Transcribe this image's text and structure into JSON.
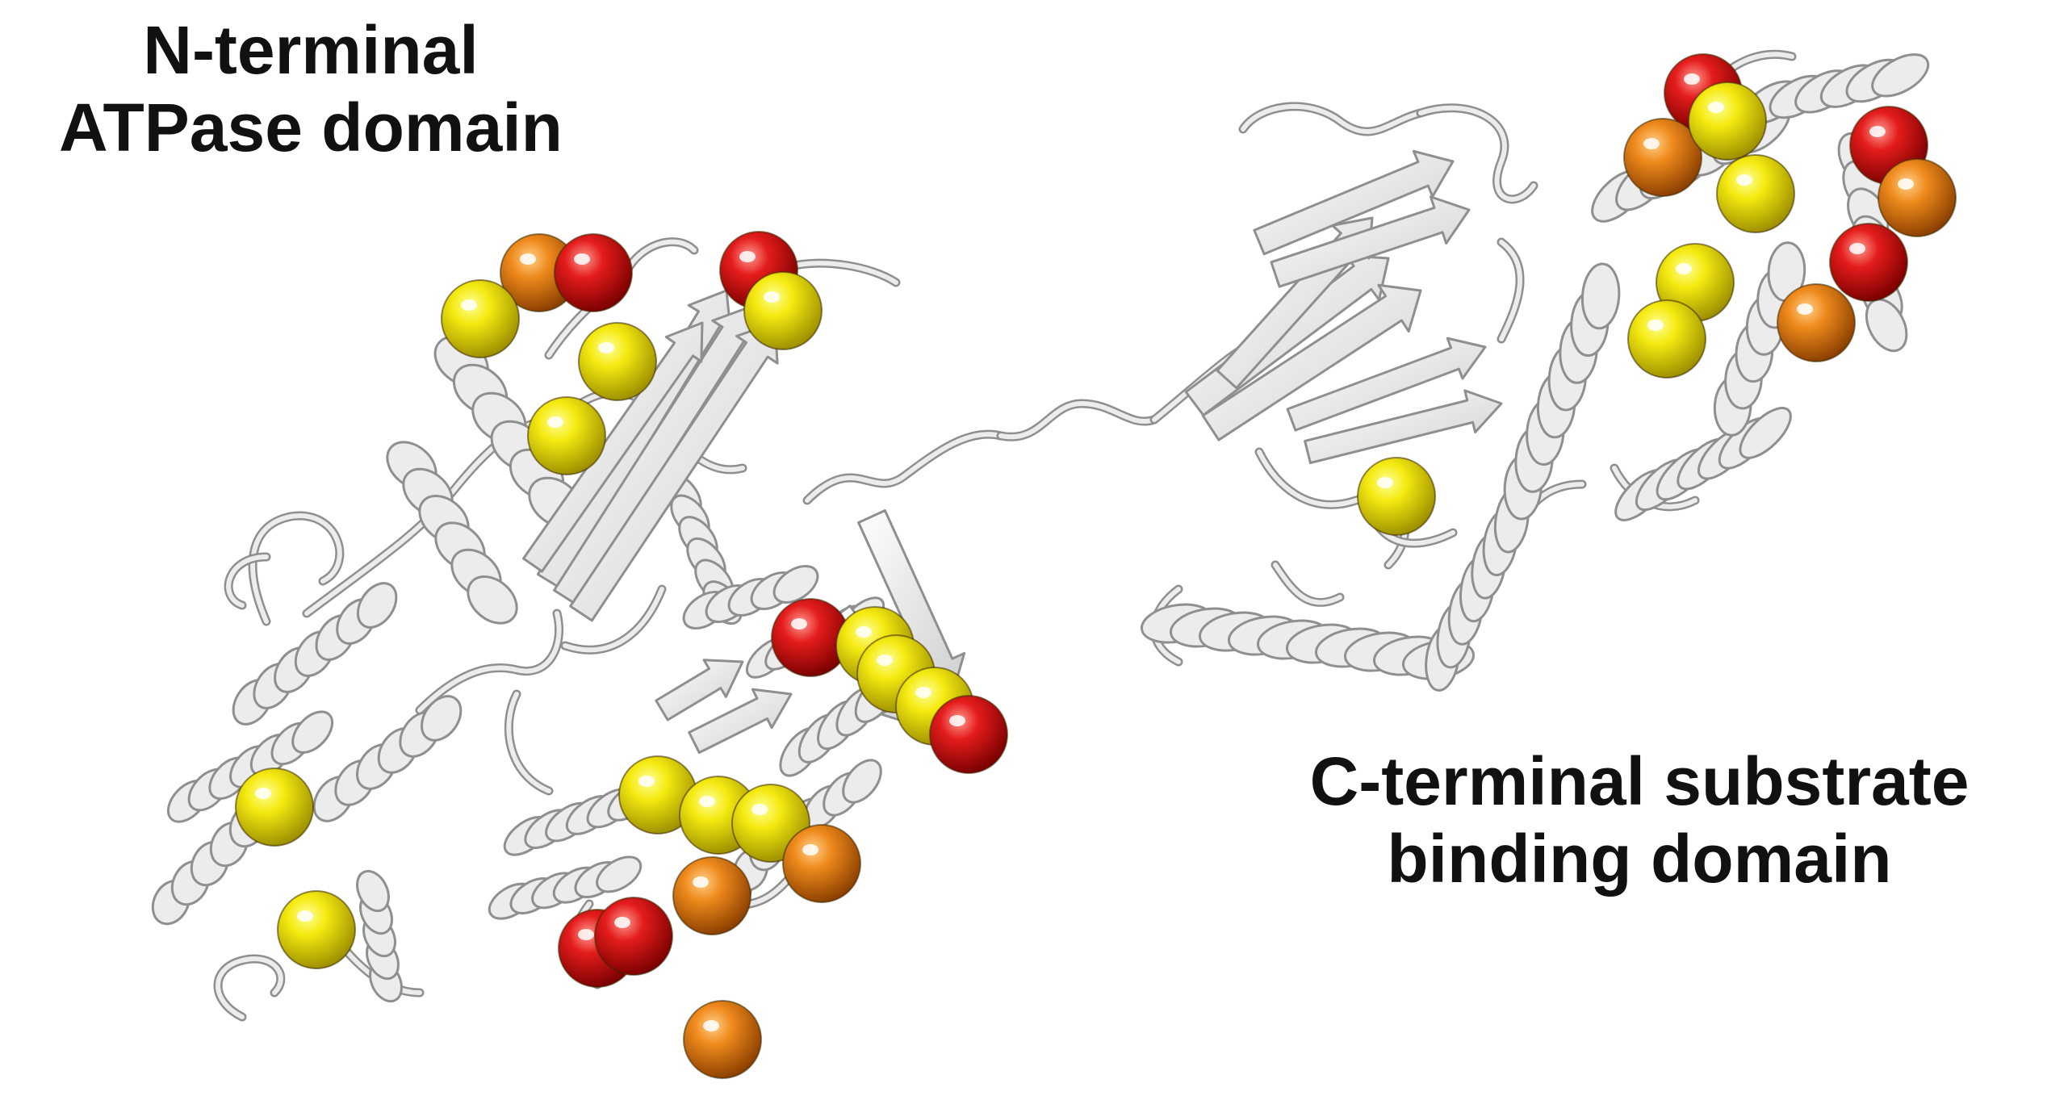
{
  "labels": {
    "n_terminal": [
      "N-terminal",
      "ATPase domain"
    ],
    "c_terminal": [
      "C-terminal substrate",
      "binding domain"
    ]
  },
  "colors": {
    "background": "#ffffff",
    "ribbon": "#ececec",
    "ribbon_outline": "#8f8f8f",
    "sphere_yellow": "#f2e600",
    "sphere_orange": "#ef7d10",
    "sphere_red": "#e0181a",
    "text": "#111111"
  },
  "domains": [
    {
      "id": "n-terminal-atpase-domain"
    },
    {
      "id": "c-terminal-substrate-binding-domain"
    }
  ]
}
